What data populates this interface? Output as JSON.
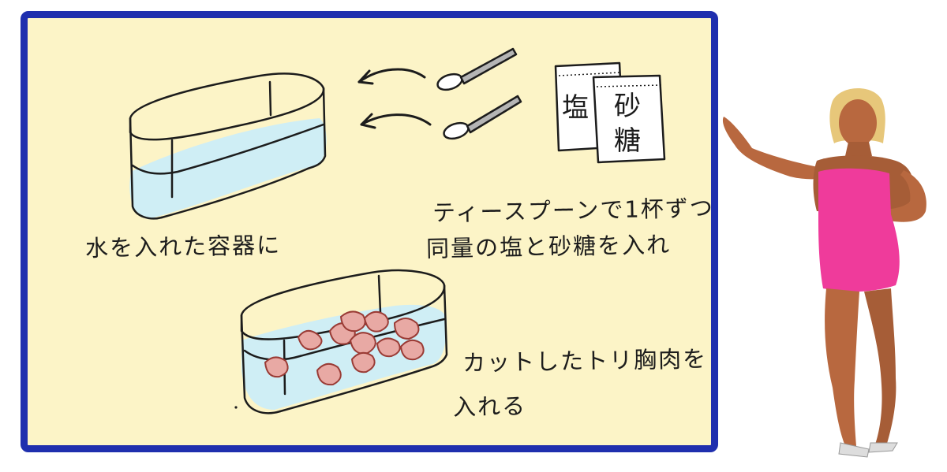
{
  "illustration": {
    "captions": {
      "container_line": "水を入れた容器に",
      "teaspoon_line_1": "ティースプーンで1杯ずつ",
      "teaspoon_line_2": "同量の塩と砂糖を入れ",
      "chicken_line_1": "カットしたトリ胸肉を",
      "chicken_line_2": "入れる"
    },
    "packets": {
      "salt_char": "塩",
      "sugar_chars": [
        "砂",
        "糖"
      ]
    }
  },
  "colors": {
    "board_fill": "#fcf4c7",
    "board_border": "#1f2fae",
    "water": "#cfeef5",
    "meat": "#e8a9a4",
    "dress": "#ef3b9b",
    "skin": "#b8683f"
  }
}
